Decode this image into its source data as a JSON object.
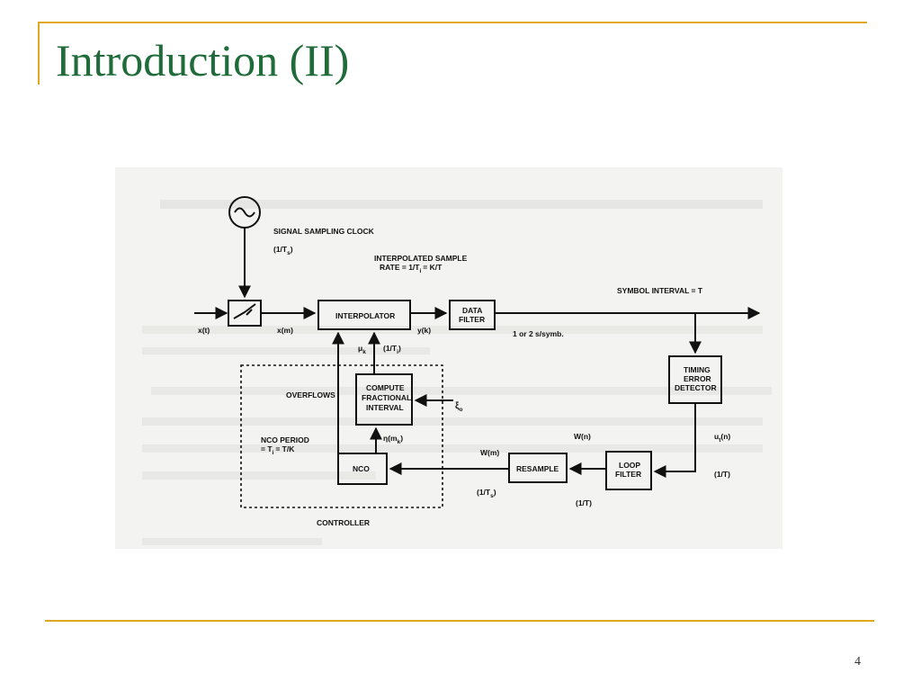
{
  "slide": {
    "title": "Introduction (II)",
    "page_number": "4"
  },
  "diagram": {
    "labels": {
      "clock_label": "SIGNAL SAMPLING CLOCK",
      "clock_rate": "(1/T",
      "clock_rate_sub": "s",
      "clock_rate_end": ")",
      "interp_rate_line1": "INTERPOLATED SAMPLE",
      "interp_rate_line2": "RATE = 1/T",
      "interp_rate_sub": "i",
      "interp_rate_end": "= K/T",
      "symbol_interval": "SYMBOL INTERVAL = T",
      "interpolator": "INTERPOLATOR",
      "data_filter_1": "DATA",
      "data_filter_2": "FILTER",
      "samples_per_symbol": "1 or 2 s/symb.",
      "x_t": "x(t)",
      "x_m": "x(m)",
      "y_k": "y(k)",
      "mu_k": "μ",
      "mu_sub": "k",
      "inv_ti": "(1/T",
      "inv_ti_sub": "i",
      "inv_ti_end": ")",
      "compute_1": "COMPUTE",
      "compute_2": "FRACTIONAL",
      "compute_3": "INTERVAL",
      "overflows": "OVERFLOWS",
      "epsilon": "ξ",
      "epsilon_sub": "o",
      "ted_1": "TIMING",
      "ted_2": "ERROR",
      "ted_3": "DETECTOR",
      "nco_period_1": "NCO PERIOD",
      "nco_period_2": "= T",
      "nco_period_sub": "i",
      "nco_period_end": "= T/K",
      "eta": "η(m",
      "eta_sub": "k",
      "eta_end": ")",
      "w_m": "W(m)",
      "w_n": "W(n)",
      "u_n": "u",
      "u_sub": "t",
      "u_end": "(n)",
      "nco": "NCO",
      "resample": "RESAMPLE",
      "loop_1": "LOOP",
      "loop_2": "FILTER",
      "inv_ts": "(1/T",
      "inv_ts_sub": "s",
      "inv_ts_end": ")",
      "inv_t_1": "(1/T)",
      "inv_t_2": "(1/T)",
      "controller": "CONTROLLER"
    }
  }
}
